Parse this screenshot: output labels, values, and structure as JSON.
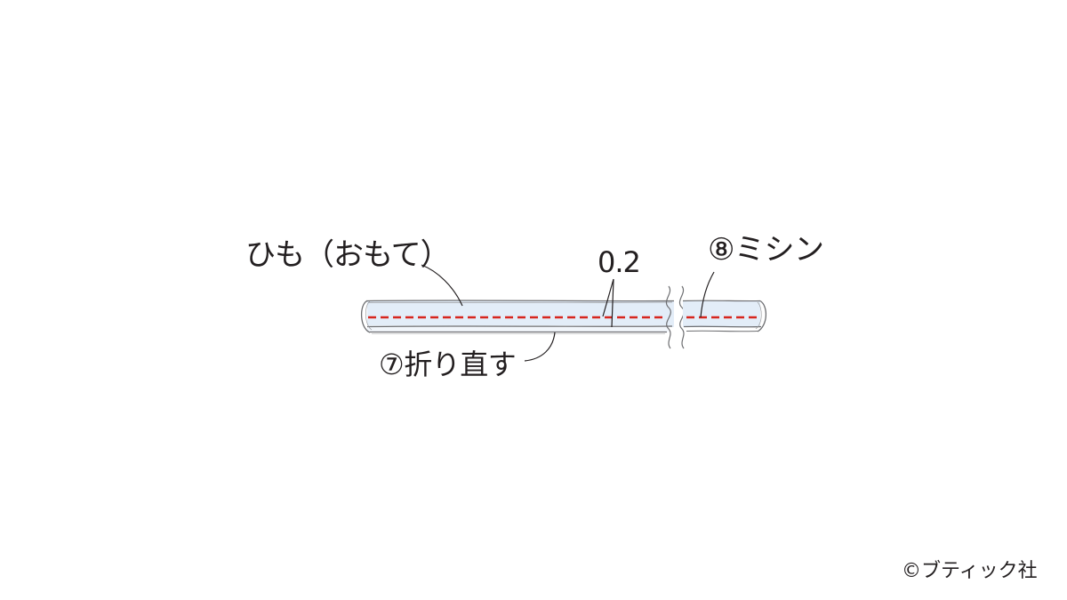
{
  "labels": {
    "strap": "ひも（おもて）",
    "dimension": "0.2",
    "stitch": "⑧ミシン",
    "fold": "⑦折り直す"
  },
  "credit": "©ブティック社",
  "colors": {
    "strap_fill": "#e3edf8",
    "strap_edge": "#6d6e71",
    "stitch_line": "#d7261e",
    "text": "#231f20"
  },
  "icons": [
    "break-mark",
    "stitch-line",
    "leader-line"
  ]
}
